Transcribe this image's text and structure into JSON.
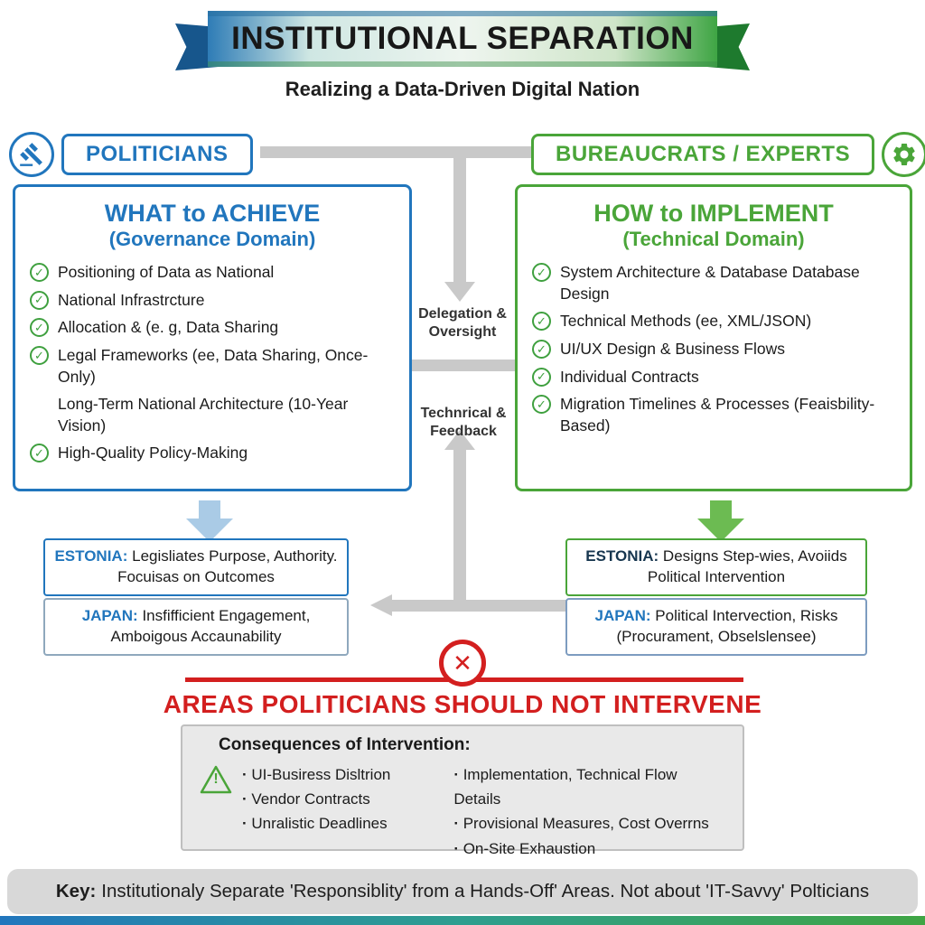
{
  "banner": {
    "title": "INSTITUTIONAL SEPARATION",
    "subtitle": "Realizing a Data-Driven Digital Nation"
  },
  "headers": {
    "left": "POLITICIANS",
    "right": "BUREAUCRATS / EXPERTS"
  },
  "left_box": {
    "title": "WHAT to ACHIEVE",
    "subtitle": "(Governance Domain)",
    "items": [
      "Positioning of Data as National",
      "National Infrastrcture",
      "Allocation &  (e. g, Data Sharing",
      "Legal Frameworks (ee, Data Sharing, Once-Only)",
      "Long-Term National Architecture (10-Year Vision)",
      "High-Quality Policy-Making"
    ]
  },
  "right_box": {
    "title": "HOW to IMPLEMENT",
    "subtitle": "(Technical Domain)",
    "items": [
      "System Architecture & Database Database Design",
      "Technical Methods (ee, XML/JSON)",
      "UI/UX Design & Business Flows",
      "Individual Contracts",
      "Migration Timelines & Processes (Feaisbility-Based)"
    ]
  },
  "center": {
    "delegation_label": "Delegation & Oversight",
    "technical_label": "Technrical & Feedback"
  },
  "country_notes": {
    "left_estonia": {
      "label": "ESTONIA:",
      "text": "Legisliates Purpose, Authority. Focuisas on Outcomes"
    },
    "left_japan": {
      "label": "JAPAN:",
      "text": "Insfifficient Engagement, Amboigous Accaunability"
    },
    "right_estonia": {
      "label": "ESTONIA:",
      "text": "Designs Step-wies, Avoiids Political Intervention"
    },
    "right_japan": {
      "label": "JAPAN:",
      "text": "Political Intervection, Risks (Procurament, Obselslensee)"
    }
  },
  "prohibition": {
    "title": "AREAS POLITICIANS SHOULD NOT INTERVENE",
    "box_title": "Consequences of Intervention:",
    "col1": [
      "UI-Busiress Disltrion",
      "Vendor Contracts",
      "Unralistic Deadlines"
    ],
    "col2": [
      "Implementation, Technical Flow Details",
      "Provisional Measures, Cost Overrns",
      "On-Site Exhaustion"
    ]
  },
  "key": {
    "label": "Key:",
    "text": "Institutionaly Separate 'Responsiblity' from a Hands-Off' Areas. Not about 'IT-Savvy' Polticians"
  },
  "icons": {
    "check": "✓",
    "cross": "✕",
    "exclamation": "!"
  },
  "colors": {
    "blue": "#2176bd",
    "green": "#4aa539",
    "red": "#d31f1f",
    "gray_arrow": "#c9c9c9"
  }
}
